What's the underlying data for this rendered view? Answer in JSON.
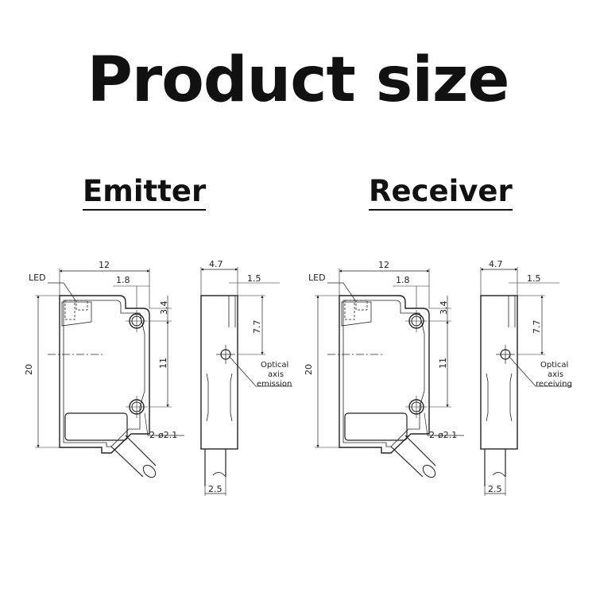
{
  "page": {
    "title": "Product size"
  },
  "panels": [
    {
      "heading": "Emitter",
      "front": {
        "led": "LED",
        "dim_width": "12",
        "dim_offset": "1.8",
        "dim_top": "3.4",
        "dim_height": "20",
        "dim_spacing": "11",
        "hole": "2-ø2.1"
      },
      "side": {
        "dim_depth": "4.7",
        "dim_lens": "1.5",
        "dim_axis": "7.7",
        "axis_line1": "Optical",
        "axis_line2": "axis",
        "axis_line3": "emission",
        "dim_cable": "2.5"
      }
    },
    {
      "heading": "Receiver",
      "front": {
        "led": "LED",
        "dim_width": "12",
        "dim_offset": "1.8",
        "dim_top": "3.4",
        "dim_height": "20",
        "dim_spacing": "11",
        "hole": "2-ø2.1"
      },
      "side": {
        "dim_depth": "4.7",
        "dim_lens": "1.5",
        "dim_axis": "7.7",
        "axis_line1": "Optical",
        "axis_line2": "axis",
        "axis_line3": "receiving",
        "dim_cable": "2.5"
      }
    }
  ]
}
